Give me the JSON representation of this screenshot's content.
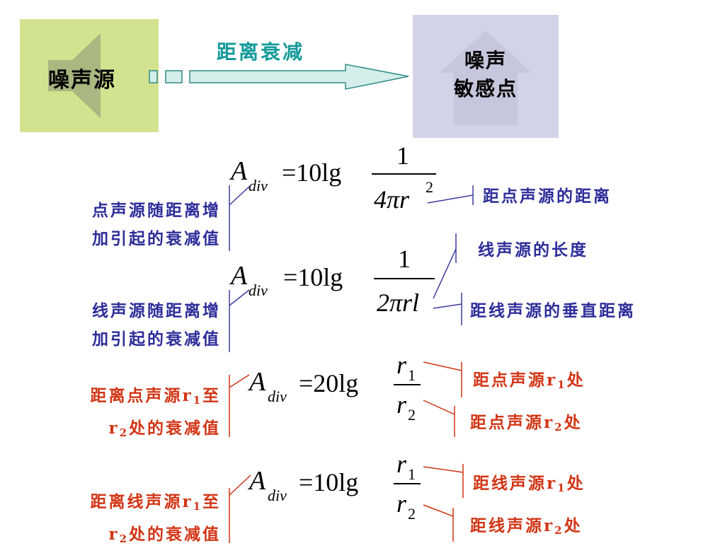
{
  "header": {
    "source_label": "噪声源",
    "arrow_label": "距离衰减",
    "receiver_label_line1": "噪声",
    "receiver_label_line2": "敏感点"
  },
  "formulas": [
    {
      "A": "A",
      "sub": "div",
      "eq": "=10lg",
      "num": "1",
      "den": "4πr",
      "den_sup": "2"
    },
    {
      "A": "A",
      "sub": "div",
      "eq": "=10lg",
      "num": "1",
      "den": "2πrl"
    },
    {
      "A": "A",
      "sub": "div",
      "eq": "=20lg",
      "num": "r",
      "num_sub": "1",
      "den": "r",
      "den_sub": "2"
    },
    {
      "A": "A",
      "sub": "div",
      "eq": "=10lg",
      "num": "r",
      "num_sub": "1",
      "den": "r",
      "den_sub": "2"
    }
  ],
  "left_labels": {
    "point_line1": "点声源随距离增",
    "point_line2": "加引起的衰减值",
    "line_line1": "线声源随距离增",
    "line_line2": "加引起的衰减值",
    "point_r_line1_a": "距离点声源r",
    "point_r_line1_sub": "1",
    "point_r_line1_b": "至",
    "point_r_line2_a": "r",
    "point_r_line2_sub": "2",
    "point_r_line2_b": "处的衰减值",
    "line_r_line1_a": "距离线声源r",
    "line_r_line1_sub": "1",
    "line_r_line1_b": "至",
    "line_r_line2_a": "r",
    "line_r_line2_sub": "2",
    "line_r_line2_b": "处的衰减值"
  },
  "right_labels": {
    "dist_point": "距点声源的距离",
    "line_length": "线声源的长度",
    "dist_line_perp": "距线声源的垂直距离",
    "point_r1_a": "距点声源r",
    "point_r1_sub": "1",
    "point_r1_b": "处",
    "point_r2_a": "距点声源r",
    "point_r2_sub": "2",
    "point_r2_b": "处",
    "line_r1_a": "距线声源r",
    "line_r1_sub": "1",
    "line_r1_b": "处",
    "line_r2_a": "距线声源r",
    "line_r2_sub": "2",
    "line_r2_b": "处"
  },
  "colors": {
    "navy": "#2d2d9a",
    "red": "#d23414",
    "teal": "#149a9a",
    "source_box": "#d2e38f",
    "receiver_box": "#d3d3e8"
  }
}
